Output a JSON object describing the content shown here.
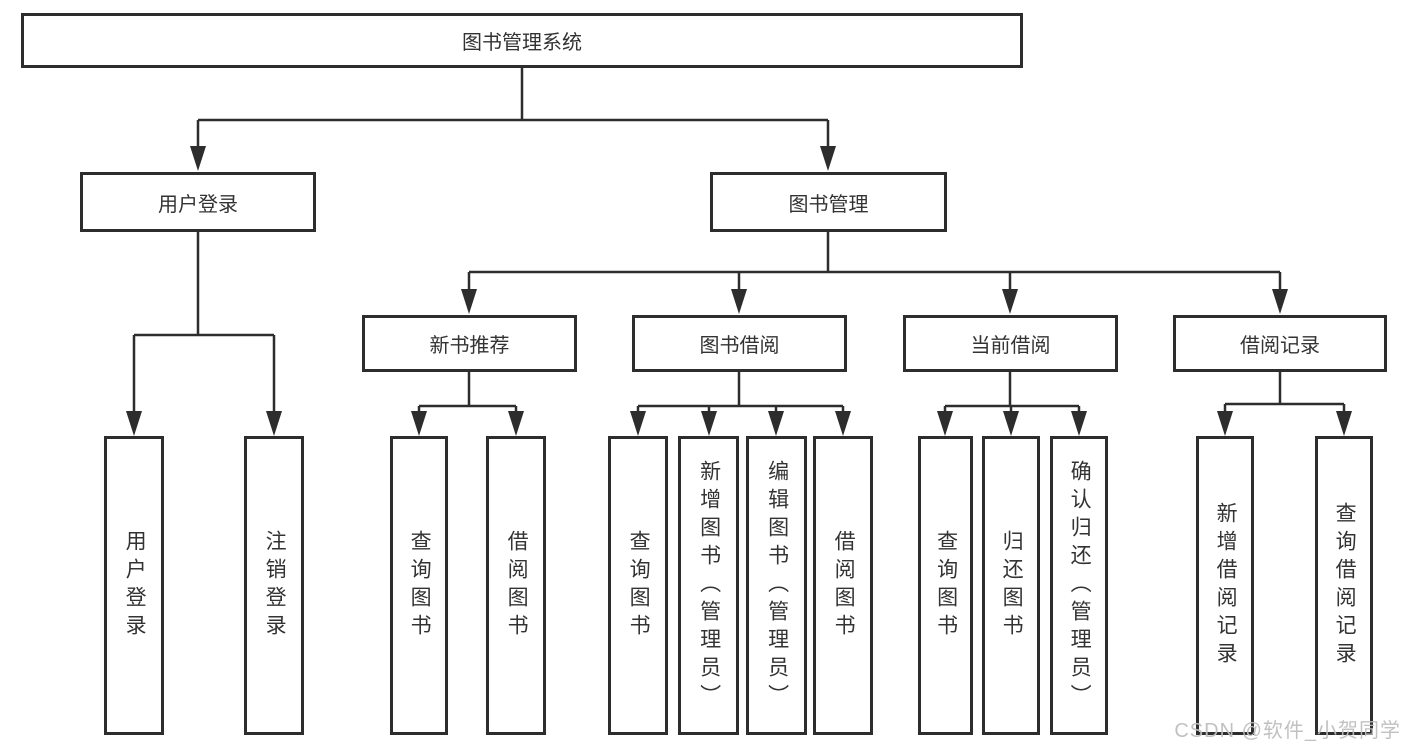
{
  "diagram": {
    "title": "图书管理系统",
    "root": {
      "label": "图书管理系统"
    },
    "level2": [
      {
        "label": "用户登录",
        "parent": "图书管理系统"
      },
      {
        "label": "图书管理",
        "parent": "图书管理系统"
      }
    ],
    "level3": [
      {
        "label": "新书推荐",
        "parent": "图书管理"
      },
      {
        "label": "图书借阅",
        "parent": "图书管理"
      },
      {
        "label": "当前借阅",
        "parent": "图书管理"
      },
      {
        "label": "借阅记录",
        "parent": "图书管理"
      }
    ],
    "leaves": [
      {
        "label": "用户登录",
        "parent": "用户登录"
      },
      {
        "label": "注销登录",
        "parent": "用户登录"
      },
      {
        "label": "查询图书",
        "parent": "新书推荐"
      },
      {
        "label": "借阅图书",
        "parent": "新书推荐"
      },
      {
        "label": "查询图书",
        "parent": "图书借阅"
      },
      {
        "label": "新增图书（管理员）",
        "parent": "图书借阅"
      },
      {
        "label": "编辑图书（管理员）",
        "parent": "图书借阅"
      },
      {
        "label": "借阅图书",
        "parent": "图书借阅"
      },
      {
        "label": "查询图书",
        "parent": "当前借阅"
      },
      {
        "label": "归还图书",
        "parent": "当前借阅"
      },
      {
        "label": "确认归还（管理员）",
        "parent": "当前借阅"
      },
      {
        "label": "新增借阅记录",
        "parent": "借阅记录"
      },
      {
        "label": "查询借阅记录",
        "parent": "借阅记录"
      }
    ],
    "line_color": "#2d2d2d",
    "box_background": "#ffffff",
    "text_color": "#333333"
  },
  "watermark": {
    "text": "CSDN @软件_小贺同学"
  }
}
